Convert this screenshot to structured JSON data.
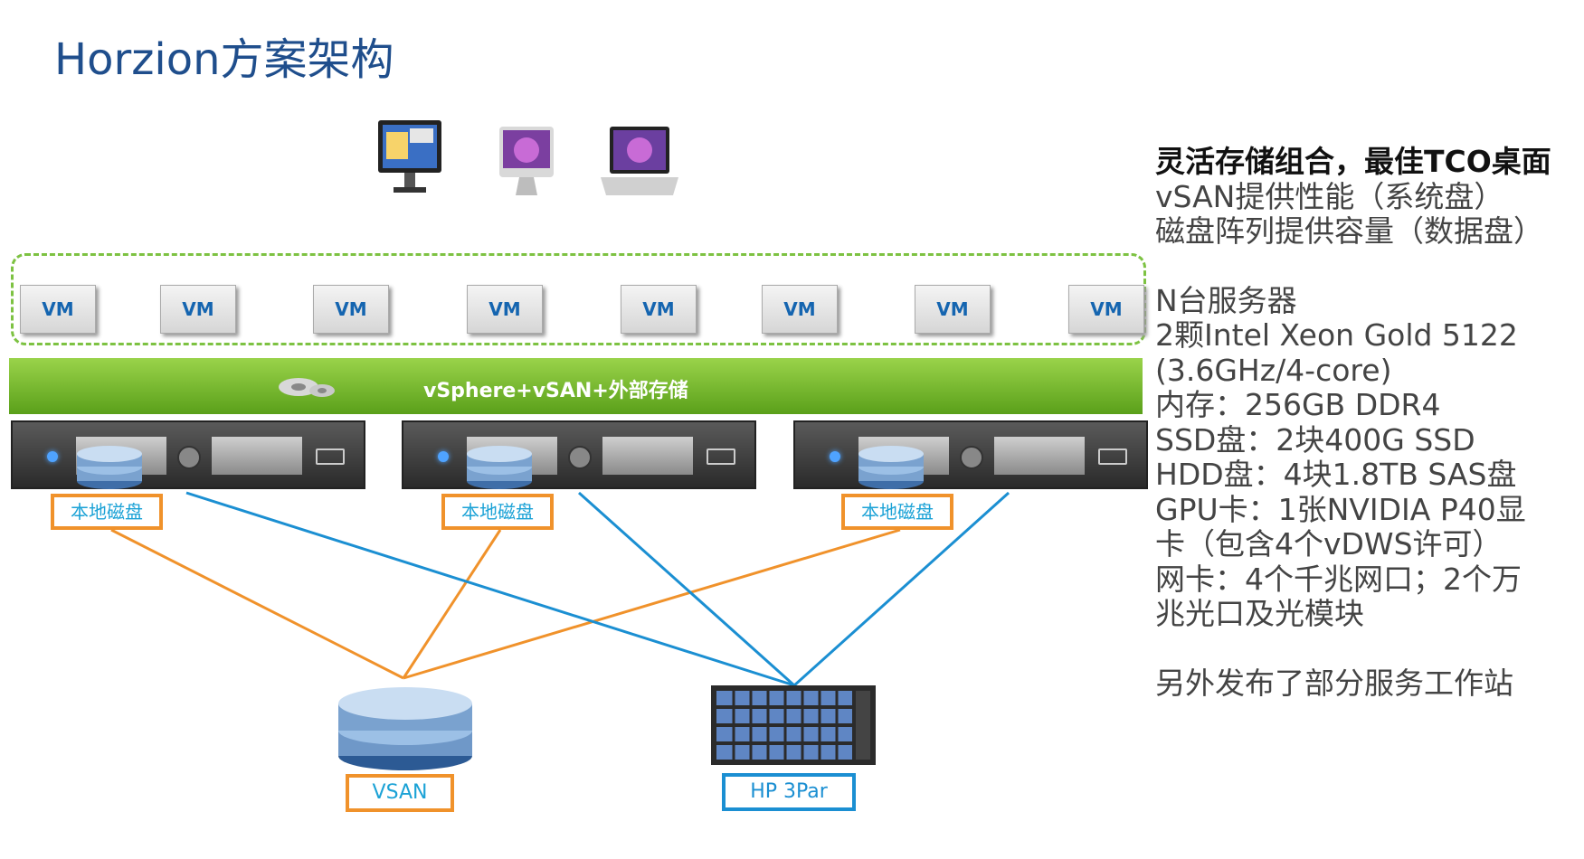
{
  "title": "Horzion方案架构",
  "vm_label": "VM",
  "platform_bar": "vSphere+vSAN+外部存储",
  "local_disk_label": "本地磁盘",
  "vsan_label": "VSAN",
  "storage_label": "HP 3Par",
  "side": {
    "heading": "灵活存储组合，最佳TCO桌面",
    "lines1": [
      "vSAN提供性能（系统盘）",
      "磁盘阵列提供容量（数据盘）"
    ],
    "lines2": [
      "N台服务器",
      "2颗Intel Xeon Gold 5122",
      "(3.6GHz/4-core)",
      "内存：256GB DDR4",
      "SSD盘：2块400G SSD",
      "HDD盘：4块1.8TB SAS盘",
      "GPU卡：1张NVIDIA P40显",
      "卡（包含4个vDWS许可）",
      "网卡：4个千兆网口；2个万",
      "兆光口及光模块"
    ],
    "footer": "另外发布了部分服务工作站"
  },
  "colors": {
    "title": "#1f4e8c",
    "vsan_link": "#f0922b",
    "storage_link": "#1b8fd2",
    "bar": "#6ab023"
  }
}
